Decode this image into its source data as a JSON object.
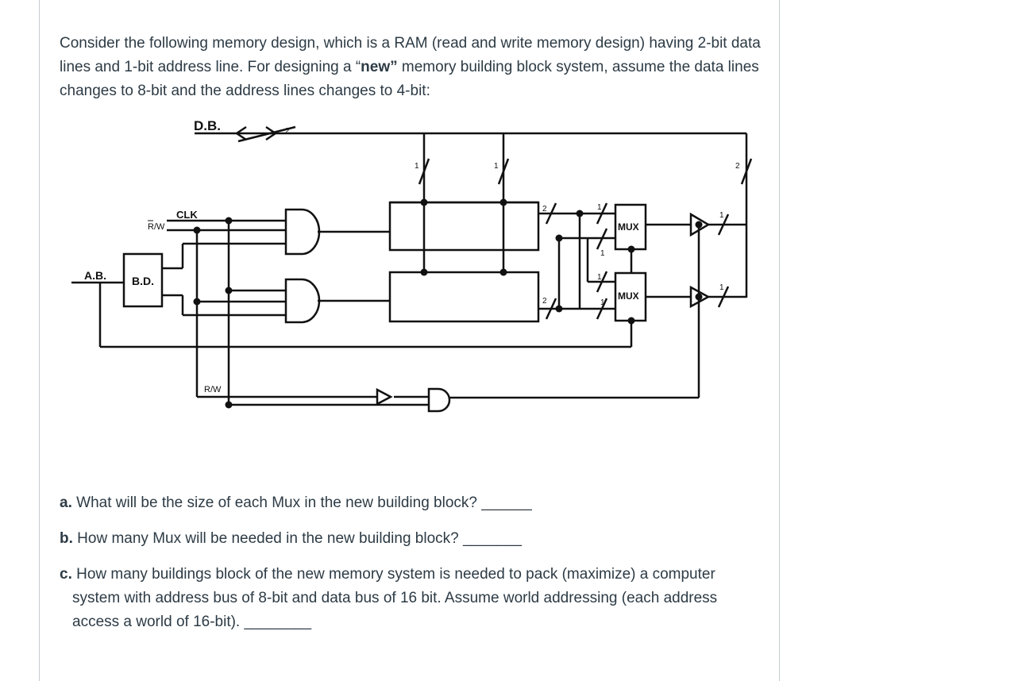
{
  "question": {
    "intro_part1": "Consider the following memory design, which is a RAM (read and write memory design) having 2-bit data lines and 1-bit address line. For designing a “",
    "intro_bold": "new”",
    "intro_part2": " memory building block system, assume the data lines changes to 8-bit and the address lines changes to 4-bit:"
  },
  "diagram": {
    "db_label": "D.B.",
    "ab_label": "A.B.",
    "bd_label": "B.D.",
    "clk_label": "CLK",
    "rw_bar_label": "R/W",
    "rw_label": "R/W",
    "mux_label": "MUX",
    "width_1": "1",
    "width_2": "2"
  },
  "questions": [
    {
      "label": "a.",
      "text": "What will be the size of each Mux in the new building block?",
      "blank": "______"
    },
    {
      "label": "b.",
      "text": "How many Mux will be needed in the new building block?",
      "blank": "_______"
    },
    {
      "label": "c.",
      "text": "How many buildings block of the new memory system is needed to pack (maximize) a computer",
      "text_cont": "system with address bus of 8-bit and data bus of 16 bit. Assume world addressing (each address access a world of 16-bit).",
      "blank": "________"
    }
  ]
}
